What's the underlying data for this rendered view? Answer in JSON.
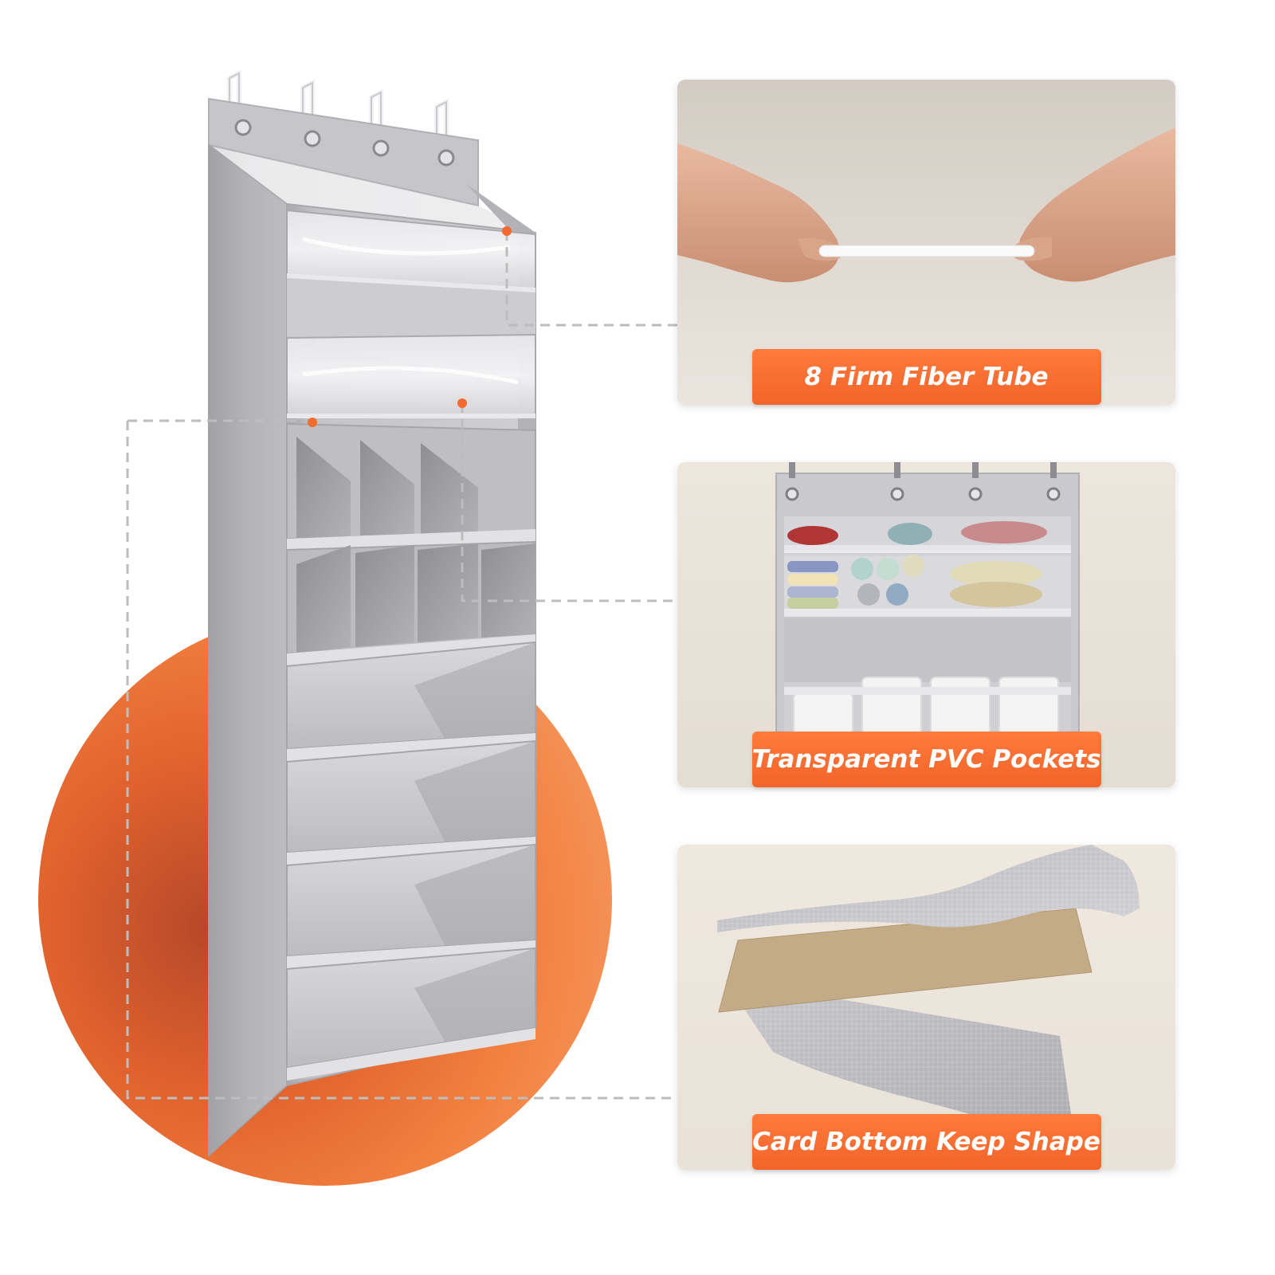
{
  "callouts": [
    {
      "label": "8 Firm Fiber Tube"
    },
    {
      "label": "Transparent PVC Pockets"
    },
    {
      "label": "Card Bottom Keep Shape"
    }
  ],
  "colors": {
    "accent": "#f26a2f",
    "organizer_gray": "#c8c8cc",
    "background": "#ffffff"
  }
}
